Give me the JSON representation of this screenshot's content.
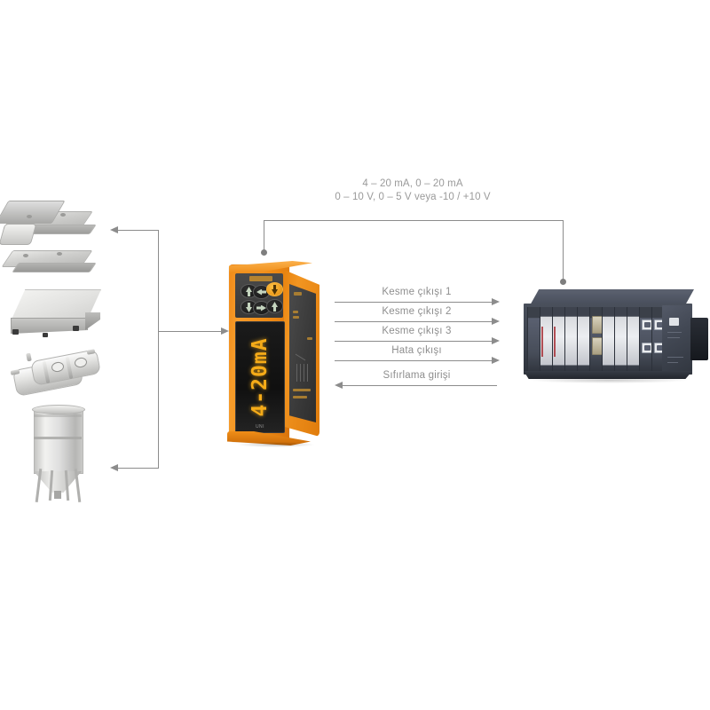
{
  "diagram": {
    "title": "Weighing transmitter system connection diagram",
    "background_color": "#ffffff",
    "line_color": "#8c8c8c",
    "text_color": "#8e8e8e",
    "accent_color": "#f08a18"
  },
  "analog_output": {
    "line1": "4 – 20 mA, 0 – 20 mA",
    "line2": "0 – 10 V, 0 – 5 V veya -10 / +10 V"
  },
  "signals": [
    {
      "label": "Kesme çıkışı 1",
      "direction": "right"
    },
    {
      "label": "Kesme çıkışı 2",
      "direction": "right"
    },
    {
      "label": "Kesme çıkışı 3",
      "direction": "right"
    },
    {
      "label": "Hata çıkışı",
      "direction": "right"
    },
    {
      "label": "Sıfırlama girişi",
      "direction": "left"
    }
  ],
  "device": {
    "name": "orange-din-rail-transmitter",
    "display_value": "4-20mA",
    "display_footer": "UNI",
    "keys": [
      "up-arrow-key",
      "left-arrow-key",
      "right-arrow-key",
      "down-arrow-key"
    ],
    "body_color": "#f08a18"
  },
  "plc": {
    "name": "plc-rack",
    "body_color": "#3b414c"
  },
  "sensors": [
    {
      "name": "load-cell-mounting-module"
    },
    {
      "name": "platform-scale"
    },
    {
      "name": "cylindrical-load-cells"
    },
    {
      "name": "silo-tank"
    }
  ]
}
